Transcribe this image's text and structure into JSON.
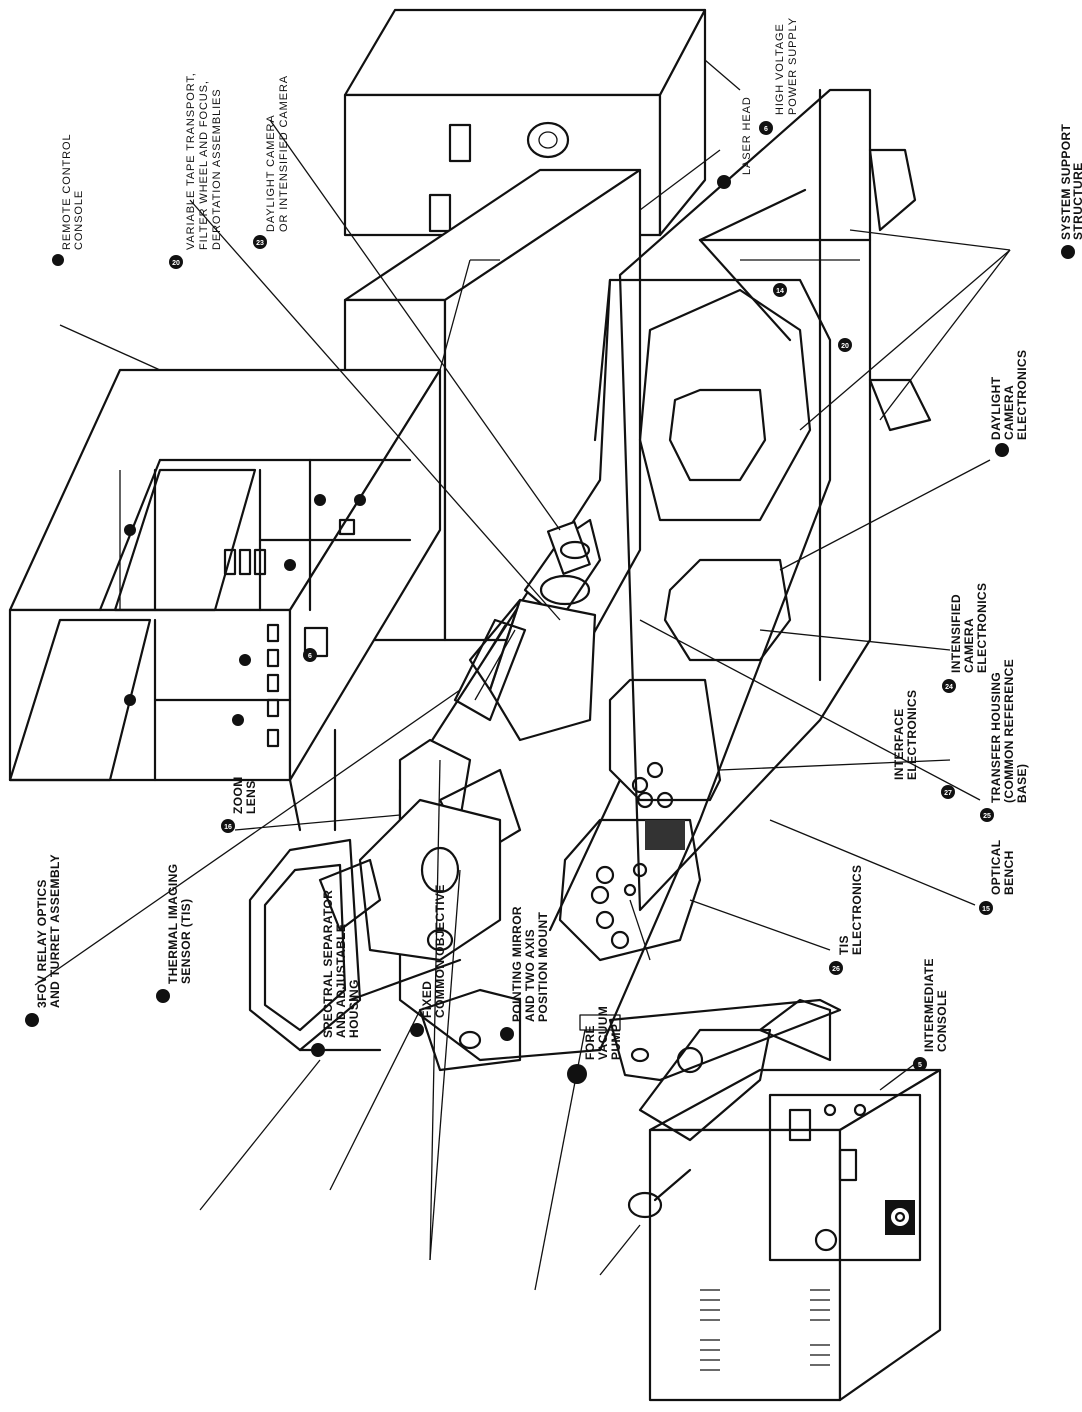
{
  "labels": {
    "remote_console_line1": "REMOTE CONTROL",
    "remote_console_line2": "CONSOLE",
    "tape_line1": "VARIABLE TAPE TRANSPORT,",
    "tape_line2": "FILTER WHEEL AND FOCUS,",
    "tape_line3": "DEROTATION ASSEMBLIES",
    "daylight_cam_line1": "DAYLIGHT CAMERA",
    "daylight_cam_line2": "OR INTENSIFIED CAMERA",
    "laser_head": "LASER HEAD",
    "hv_line1": "HIGH VOLTAGE",
    "hv_line2": "POWER SUPPLY",
    "sss_line1": "SYSTEM SUPPORT",
    "sss_line2": "STRUCTURE",
    "dce_line1": "DAYLIGHT",
    "dce_line2": "CAMERA",
    "dce_line3": "ELECTRONICS",
    "ice_line1": "INTENSIFIED",
    "ice_line2": "CAMERA",
    "ice_line3": "ELECTRONICS",
    "ie_line1": "INTERFACE",
    "ie_line2": "ELECTRONICS",
    "th_line1": "TRANSFER HOUSING",
    "th_line2": "(COMMON REFERENCE",
    "th_line3": "BASE)",
    "ob_line1": "OPTICAL",
    "ob_line2": "BENCH",
    "tis_e_line1": "TIS",
    "tis_e_line2": "ELECTRONICS",
    "ic_line1": "INTERMEDIATE",
    "ic_line2": "CONSOLE",
    "relay_line1": "3FOV RELAY OPTICS",
    "relay_line2": "AND TURRET ASSEMBLY",
    "zoom_line1": "ZOOM",
    "zoom_line2": "LENS",
    "tis_line1": "THERMAL IMAGING",
    "tis_line2": "SENSOR (TIS)",
    "spec_line1": "SPECTRAL SEPARATOR",
    "spec_line2": "AND ADJUSTABLE",
    "spec_line3": "HOUSING",
    "fco_line1": "FIXED",
    "fco_line2": "COMMON OBJECTIVE",
    "pm_line1": "POINTING MIRROR",
    "pm_line2": "AND TWO AXIS",
    "pm_line3": "POSITION MOUNT",
    "fvp_line1": "FORE",
    "fvp_line2": "VACUUM",
    "fvp_line3": "PUMP"
  },
  "callout_numbers": {
    "remote_console": "",
    "tape": "20",
    "daylight_cam": "23",
    "laser_head": "",
    "hv": "6",
    "sss": "",
    "dce": "",
    "ice": "24",
    "ie": "27",
    "th": "25",
    "ob": "15",
    "tis_e": "26",
    "ic": "5",
    "relay": "",
    "zoom": "16",
    "tis": "",
    "spec": "",
    "fco": "",
    "pm": "",
    "fvp": "",
    "bench_14": "14",
    "bench_20": "20",
    "panel_6": "6"
  }
}
